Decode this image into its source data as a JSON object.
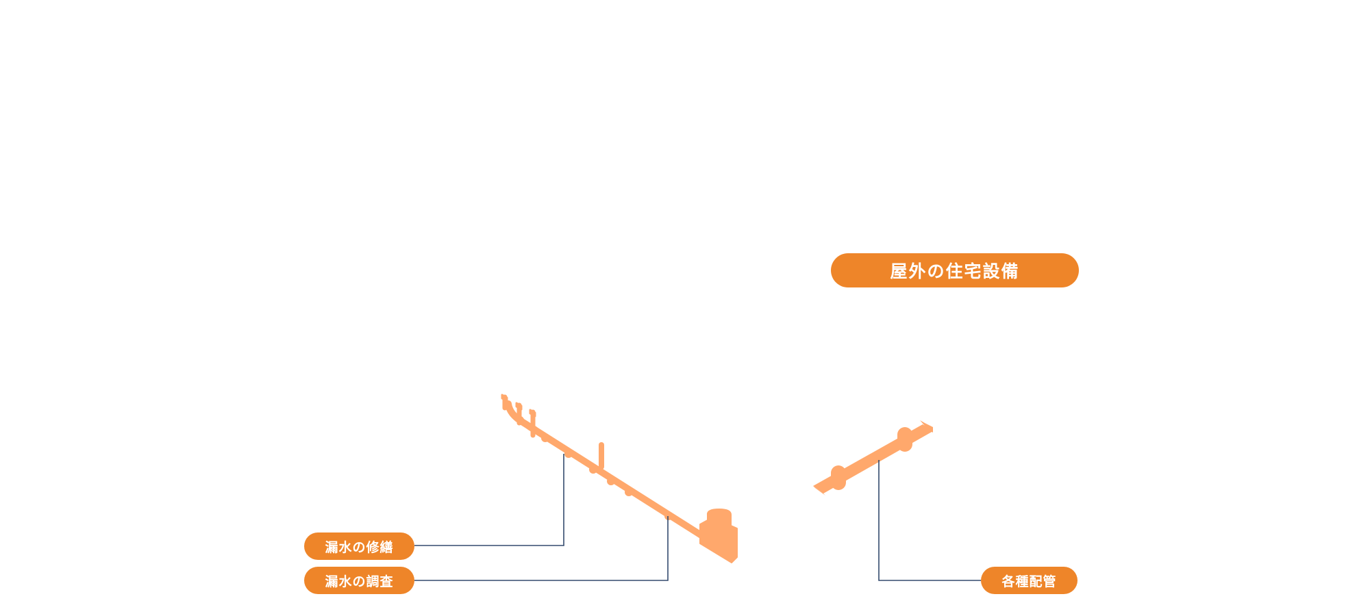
{
  "colors": {
    "accent": "#ee8529",
    "pipe": "#ffa86c",
    "leader_line": "#334a6e",
    "background": "#ffffff"
  },
  "section_title": "屋外の住宅設備",
  "labels": {
    "leak_repair": "漏水の修繕",
    "leak_survey": "漏水の調査",
    "various_piping": "各種配管"
  }
}
